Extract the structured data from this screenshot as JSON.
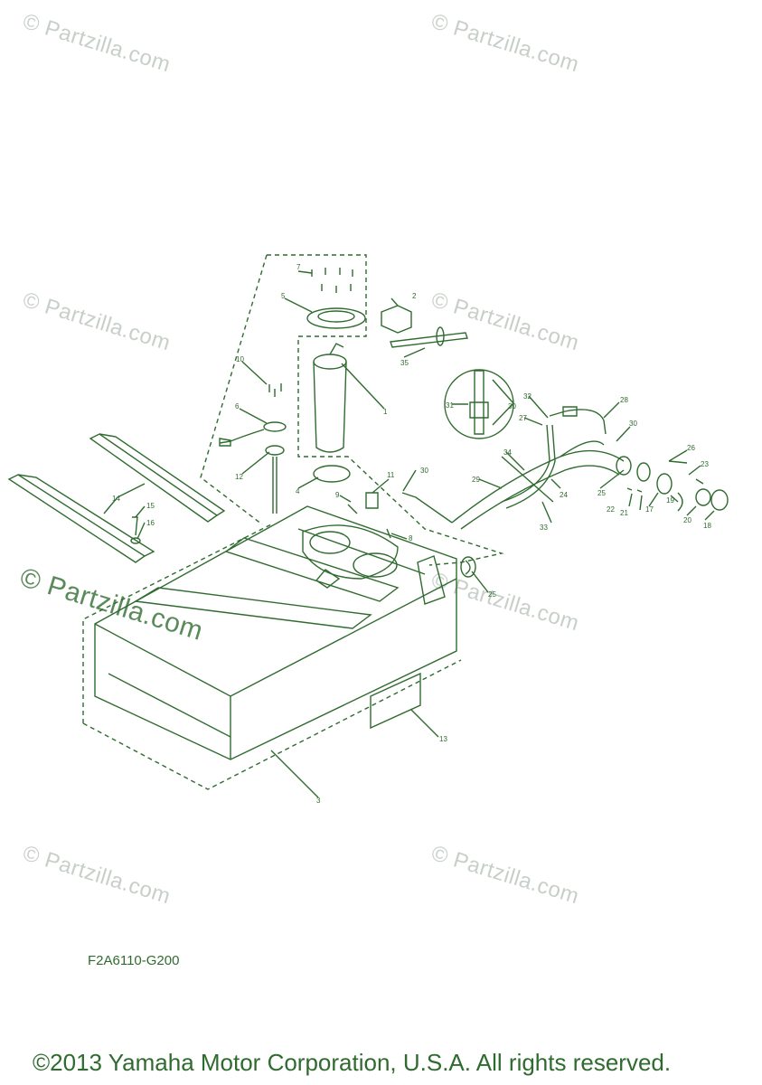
{
  "watermark": {
    "text": "© Partzilla.com",
    "color": "#c8cfc8",
    "accent_color": "#5a8a5a"
  },
  "diagram": {
    "line_color": "#2f6b2f",
    "callouts": [
      "1",
      "2",
      "3",
      "4",
      "5",
      "6",
      "7",
      "8",
      "9",
      "10",
      "11",
      "12",
      "13",
      "14",
      "15",
      "16",
      "17",
      "18",
      "19",
      "20",
      "21",
      "22",
      "23",
      "24",
      "25",
      "25",
      "26",
      "27",
      "28",
      "29",
      "30",
      "30",
      "30",
      "31",
      "32",
      "33",
      "34",
      "35"
    ]
  },
  "footer": {
    "ref_code": "F2A6110-G200",
    "copyright": "©2013 Yamaha Motor Corporation, U.S.A. All rights reserved."
  }
}
